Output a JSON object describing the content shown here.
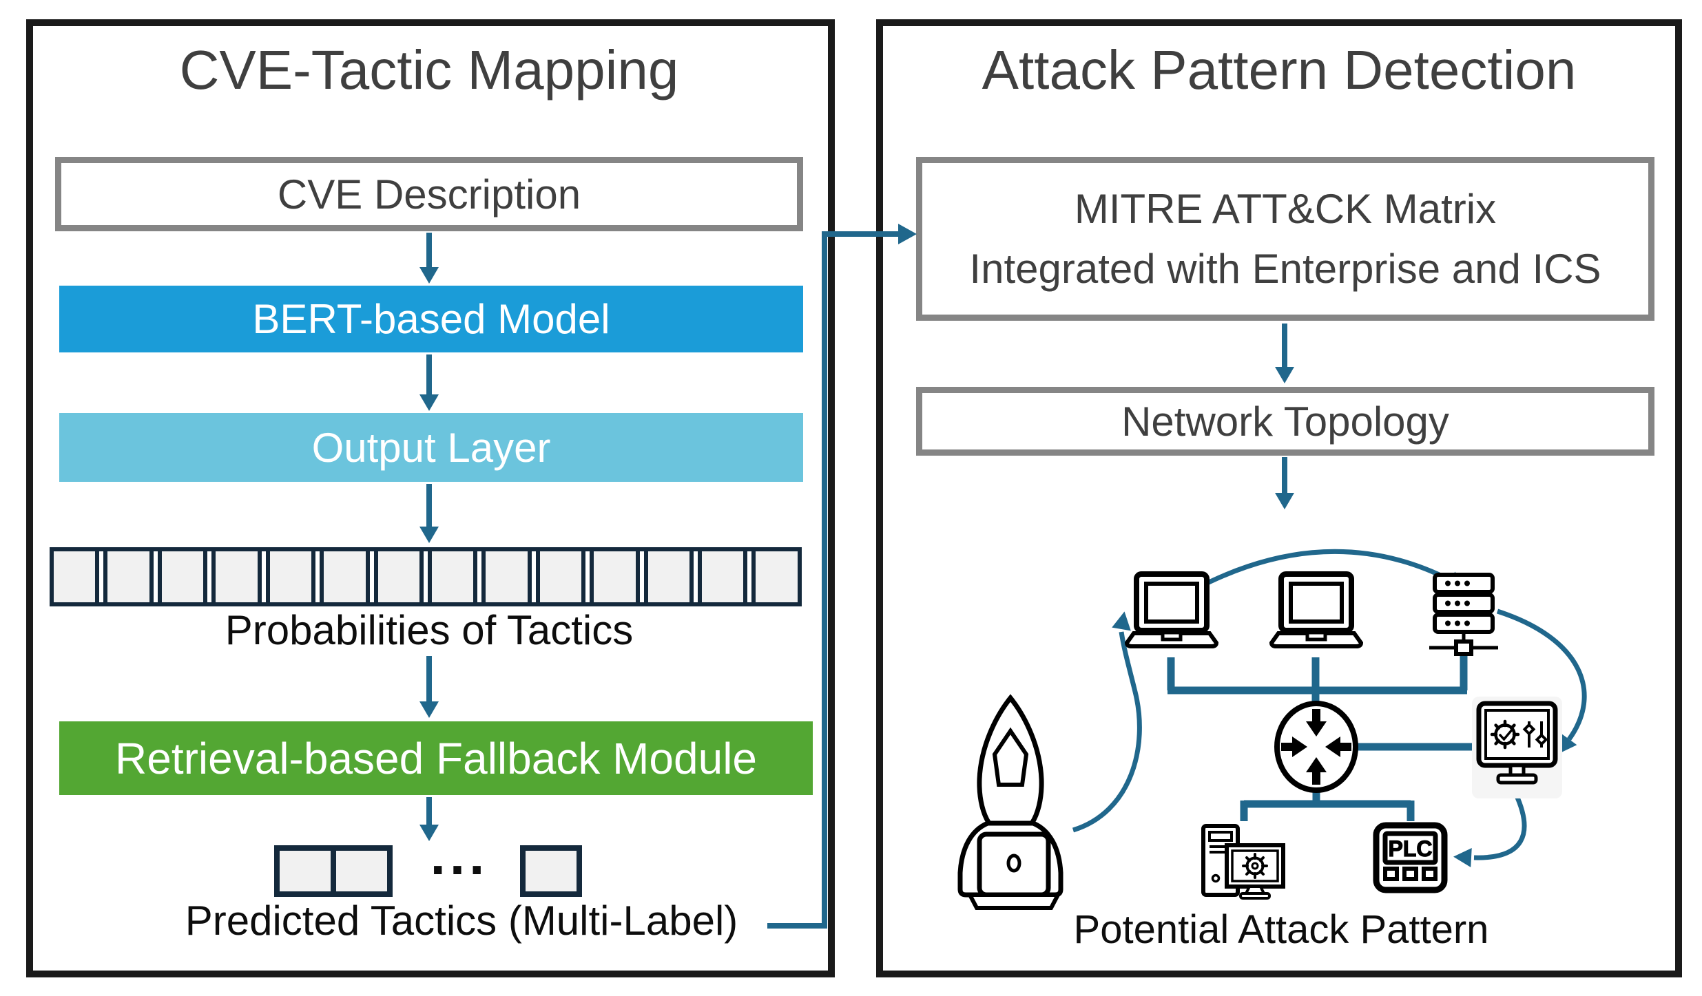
{
  "figure": {
    "type": "two-panel flow diagram"
  },
  "colors": {
    "panel_border": "#1A1A1A",
    "box_border_gray": "#858585",
    "title_text": "#3F3F3F",
    "label_text": "#0D0D0D",
    "bert_blue": "#1B9CD8",
    "output_blue": "#6BC4DD",
    "fallback_green": "#53A733",
    "cell_fill": "#F1F1F1",
    "cell_border": "#14293C",
    "connector_blue": "#20678C"
  },
  "left_panel": {
    "title": "CVE-Tactic Mapping",
    "cve_box_label": "CVE Description",
    "bert_box_label": "BERT-based Model",
    "output_box_label": "Output Layer",
    "probability_cells_count": 14,
    "probabilities_label": "Probabilities of Tactics",
    "fallback_box_label": "Retrieval-based Fallback Module",
    "predicted_cells_pair_count": 2,
    "ellipsis": "...",
    "predicted_cells_single_count": 1,
    "predicted_label": "Predicted Tactics (Multi-Label)"
  },
  "right_panel": {
    "title": "Attack Pattern Detection",
    "mitre_box_line1": "MITRE ATT&CK Matrix",
    "mitre_box_line2": "Integrated with Enterprise and ICS",
    "topology_box_label": "Network Topology",
    "plc_device_label": "PLC",
    "bottom_label": "Potential Attack Pattern",
    "icons": [
      "hacker-icon",
      "laptop-icon",
      "laptop-icon",
      "server-icon",
      "router-icon",
      "settings-monitor-icon",
      "workstation-icon",
      "plc-icon"
    ]
  }
}
